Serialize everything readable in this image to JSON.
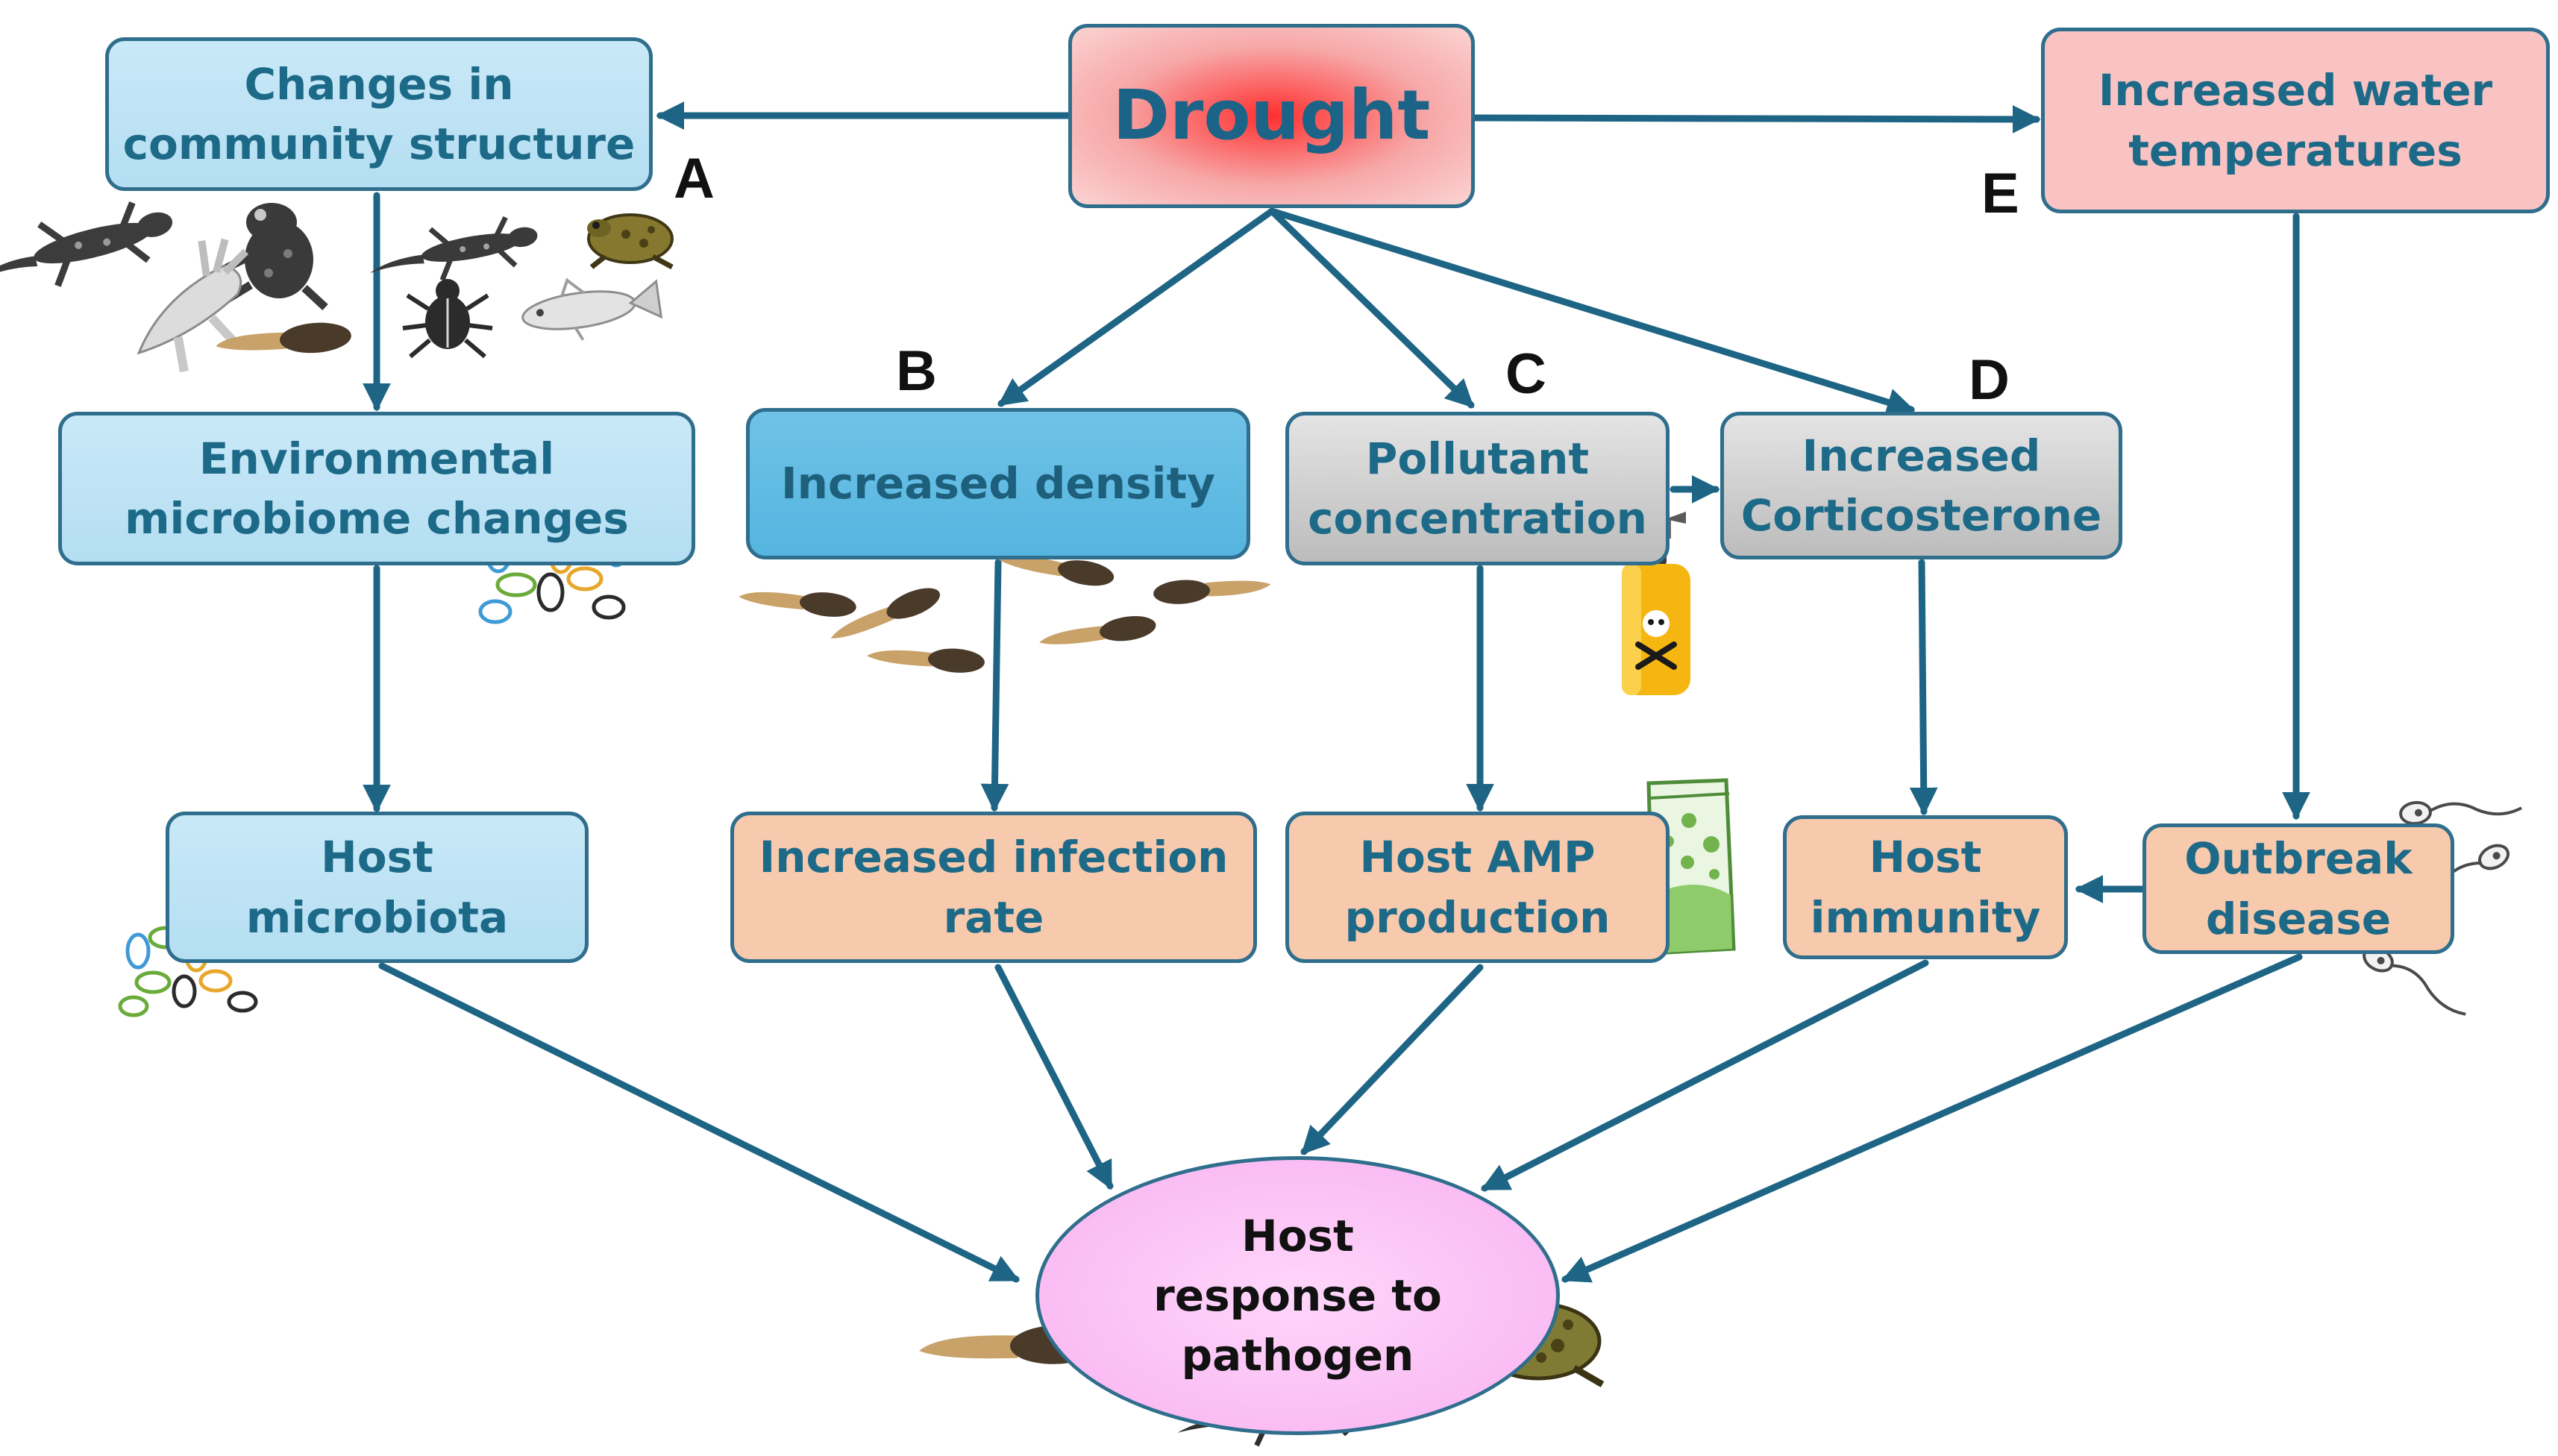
{
  "nodes": {
    "drought": "Drought",
    "community": "Changes in\ncommunity structure",
    "water_temp": "Increased water\ntemperatures",
    "env_microbiome": "Environmental\nmicrobiome changes",
    "density": "Increased density",
    "pollutant": "Pollutant\nconcentration",
    "corticosterone": "Increased\nCorticosterone",
    "host_microbiota": "Host\nmicrobiota",
    "infection_rate": "Increased infection\nrate",
    "amp": "Host AMP\nproduction",
    "immunity": "Host\nimmunity",
    "outbreak": "Outbreak\ndisease",
    "response": "Host\nresponse  to\npathogen"
  },
  "labels": {
    "a": "A",
    "b": "B",
    "c": "C",
    "d": "D",
    "e": "E"
  },
  "colors": {
    "arrow": "#1e6585",
    "border": "#2f6e8c",
    "text": "#1d6a88",
    "blue_light": "#c2e5f5",
    "blue_mid": "#5fbbe3",
    "grey": "#d3d3d3",
    "red": "#ff3333",
    "orange": "#f7c9ad",
    "pink": "#f9c2f3"
  },
  "icons": [
    "frog-icon",
    "newt-icon",
    "toad-icon",
    "tadpole-icon",
    "beetle-icon",
    "fish-icon",
    "axolotl-icon",
    "microbes-icon",
    "pathogen-icon",
    "poison-bottle-icon",
    "antimicrobial-bag-icon"
  ]
}
